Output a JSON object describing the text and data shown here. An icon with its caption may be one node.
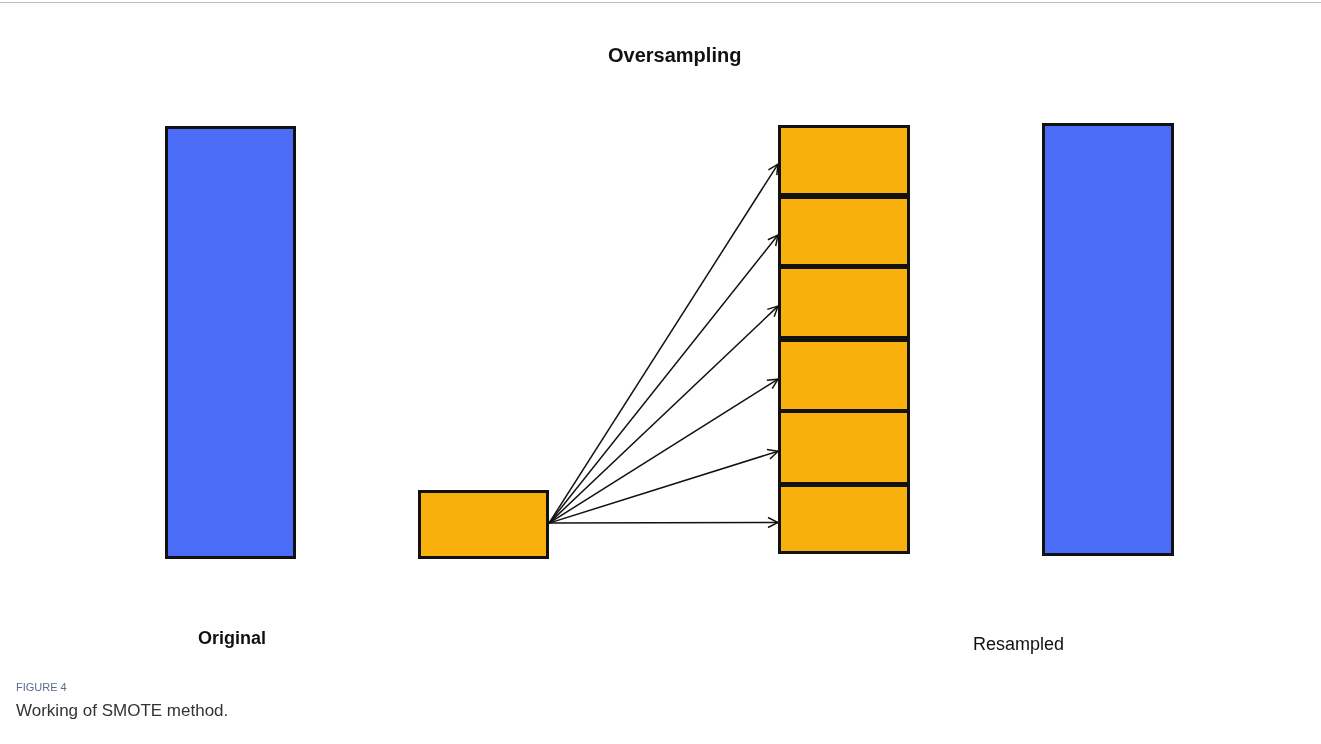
{
  "diagram": {
    "title": "Oversampling",
    "caption": "Working of SMOTE method.",
    "nodes": [
      {
        "text": [],
        "shape": "bar"
      },
      {
        "text": [],
        "shape": "box"
      },
      {
        "text": [],
        "shape": "box"
      },
      {
        "text": [],
        "shape": "box"
      },
      {
        "text": [],
        "shape": "box"
      },
      {
        "text": [],
        "shape": "box"
      },
      {
        "text": [],
        "shape": "box"
      },
      {
        "text": [],
        "shape": "box"
      },
      {
        "text": [],
        "shape": "bar"
      }
    ],
    "edges": [
      {
        "from": 1,
        "to": 2,
        "arrow": "to"
      },
      {
        "from": 1,
        "to": 3,
        "arrow": "to"
      },
      {
        "from": 1,
        "to": 4,
        "arrow": "to"
      },
      {
        "from": 1,
        "to": 5,
        "arrow": "to"
      },
      {
        "from": 1,
        "to": 6,
        "arrow": "to"
      },
      {
        "from": 1,
        "to": 7,
        "arrow": "to"
      }
    ],
    "labels": [
      "Original",
      "Resampled",
      "FIGURE 4"
    ]
  }
}
